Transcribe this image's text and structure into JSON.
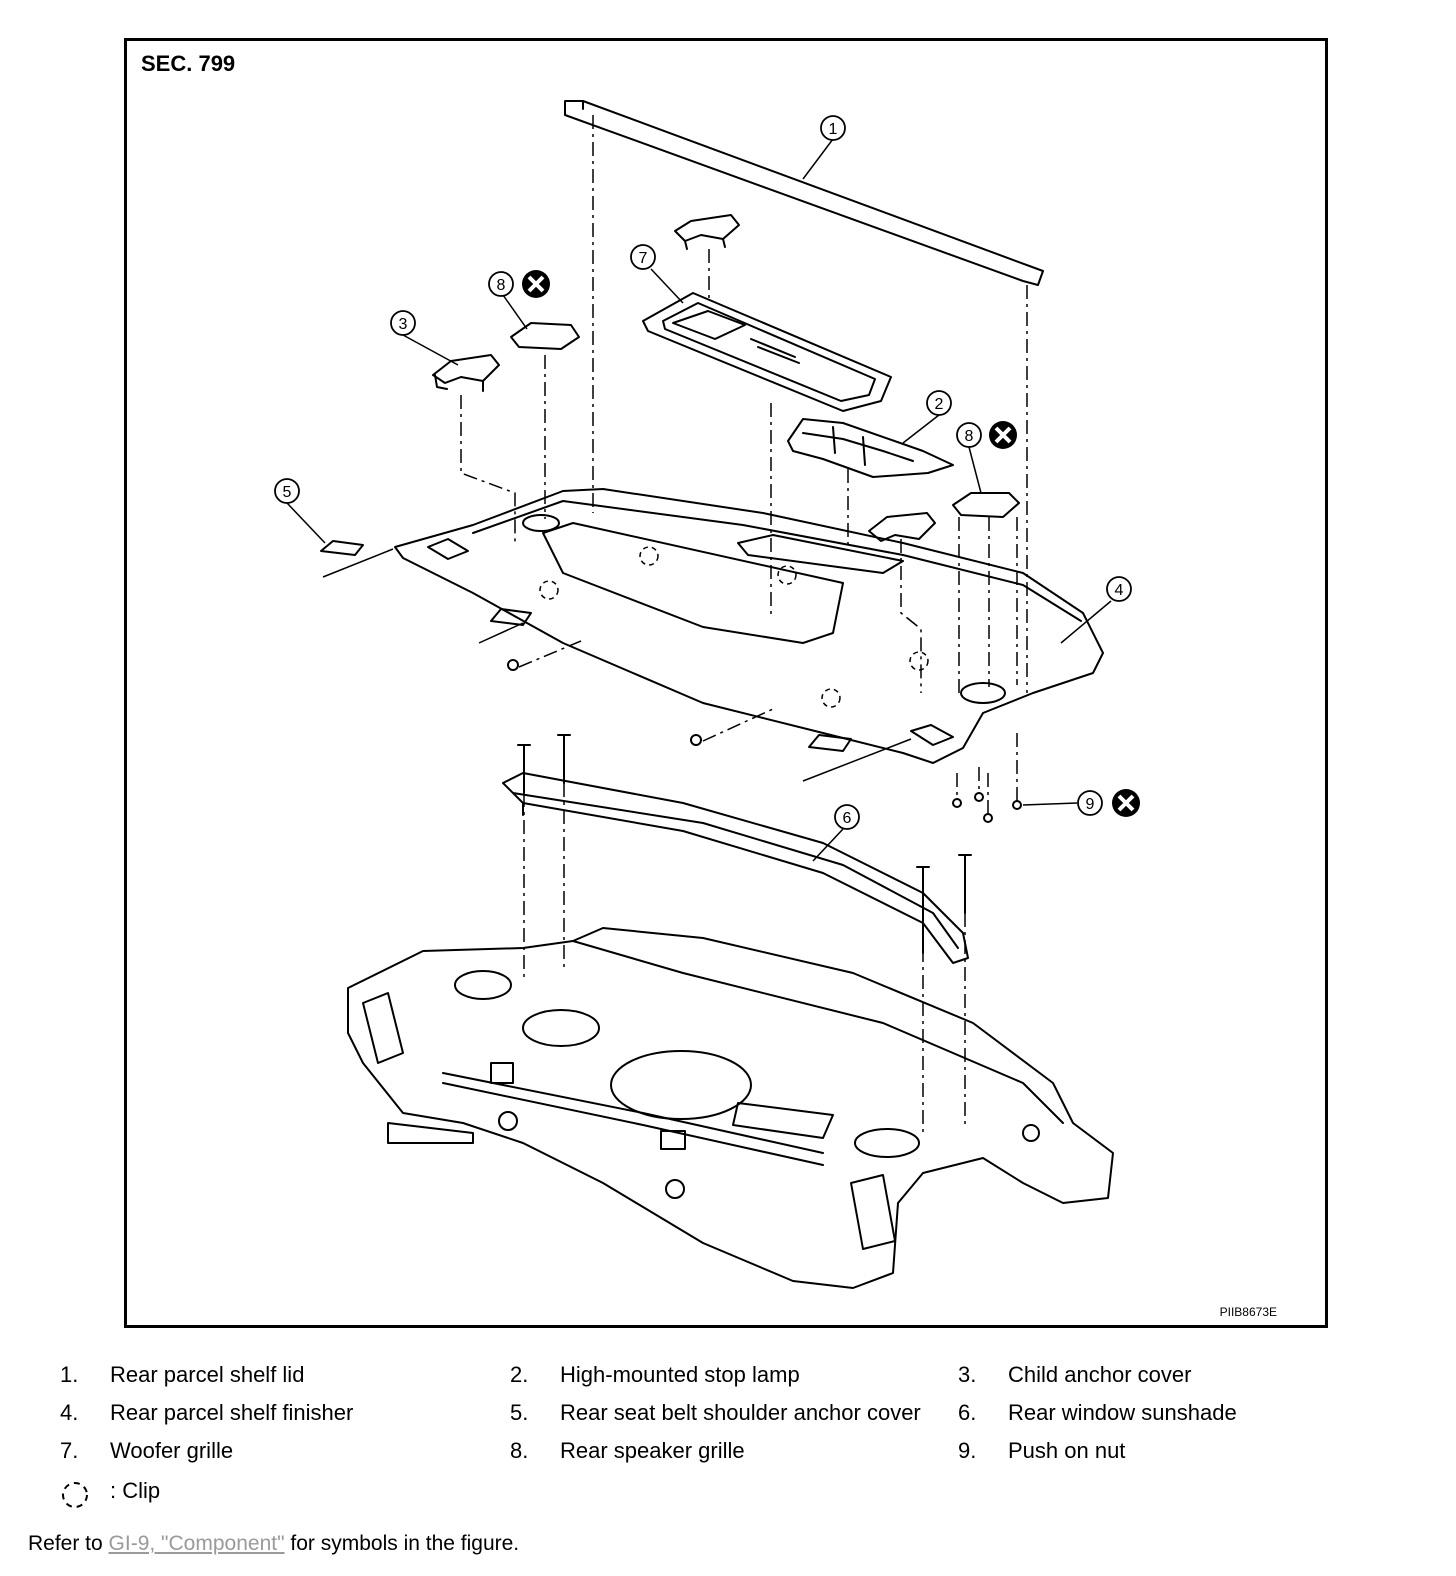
{
  "figure": {
    "section": "SEC. 799",
    "figure_code": "PIIB8673E",
    "callouts": [
      "1",
      "2",
      "3",
      "4",
      "5",
      "6",
      "7",
      "8",
      "8",
      "9"
    ]
  },
  "legend": [
    {
      "num": "1.",
      "label": "Rear parcel shelf lid"
    },
    {
      "num": "2.",
      "label": "High-mounted stop lamp"
    },
    {
      "num": "3.",
      "label": "Child anchor cover"
    },
    {
      "num": "4.",
      "label": "Rear parcel shelf finisher"
    },
    {
      "num": "5.",
      "label": "Rear seat belt shoulder anchor cover"
    },
    {
      "num": "6.",
      "label": "Rear window sunshade"
    },
    {
      "num": "7.",
      "label": "Woofer grille"
    },
    {
      "num": "8.",
      "label": "Rear speaker grille"
    },
    {
      "num": "9.",
      "label": "Push on nut"
    }
  ],
  "clip_legend": {
    "text": ": Clip"
  },
  "footer": {
    "prefix": "Refer to ",
    "link": "GI-9, \"Component\"",
    "suffix": " for symbols in the figure."
  }
}
